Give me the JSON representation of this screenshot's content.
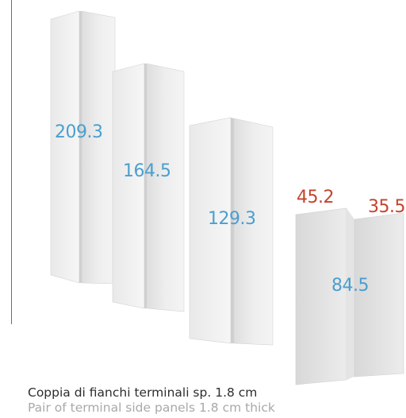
{
  "colors": {
    "dimension_blue": "#4a9fcf",
    "dimension_red": "#c5432c",
    "panel_light": "#efefef",
    "panel_shade": "#dcdcdc"
  },
  "dimensions": {
    "height_209": "209.3",
    "height_164": "164.5",
    "height_129": "129.3",
    "height_84": "84.5",
    "depth_45": "45.2",
    "depth_35": "35.5"
  },
  "caption": {
    "italian": "Coppia di fianchi terminali sp. 1.8 cm",
    "english": "Pair of terminal side panels 1.8 cm thick"
  }
}
